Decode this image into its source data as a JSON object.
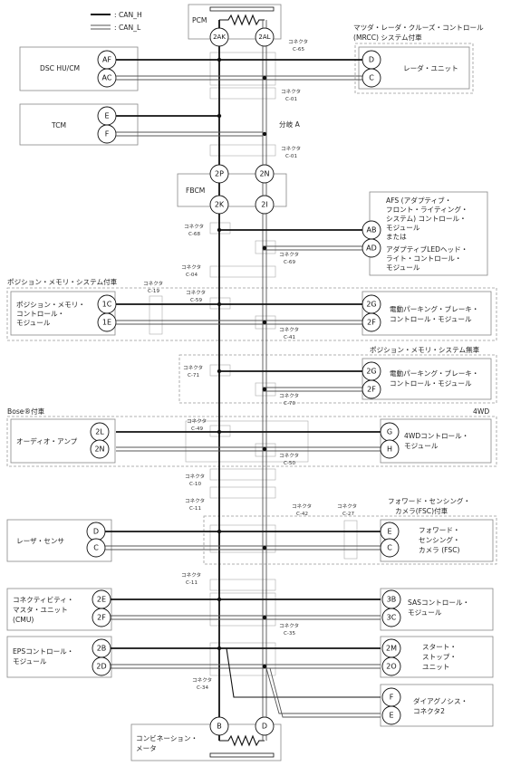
{
  "legend": {
    "can_h": ": CAN_H",
    "can_l": ": CAN_L"
  },
  "modules": {
    "pcm": "PCM",
    "dsc": "DSC HU/CM",
    "tcm": "TCM",
    "fbcm": "FBCM",
    "radar_unit": "レーダ・ユニット",
    "afs": [
      "AFS (アダプティブ・",
      "フロント・ライティング・",
      "システム) コントロール・",
      "モジュール",
      "または",
      "アダプティブLEDヘッド・",
      "ライト・コントロール・",
      "モジュール"
    ],
    "pm_module": [
      "ポジション・メモリ・",
      "コントロール・",
      "モジュール"
    ],
    "epb": [
      "電動パーキング・ブレーキ・",
      "コントロール・モジュール"
    ],
    "epb2": [
      "電動パーキング・ブレーキ・",
      "コントロール・モジュール"
    ],
    "audio": "オーディオ・アンプ",
    "awd": [
      "4WDコントロール・",
      "モジュール"
    ],
    "laser": "レーザ・センサ",
    "fsc": [
      "フォワード・",
      "センシング・",
      "カメラ (FSC)"
    ],
    "cmu": [
      "コネクティビティ・",
      "マスタ・ユニット",
      "(CMU)"
    ],
    "sas": [
      "SASコントロール・",
      "モジュール"
    ],
    "eps": [
      "EPSコントロール・",
      "モジュール"
    ],
    "ss": [
      "スタート・",
      "ストップ・",
      "ユニット"
    ],
    "dlc": [
      "ダイアグノシス・",
      "コネクタ2"
    ],
    "meter": [
      "コンビネーション・",
      "メータ"
    ]
  },
  "groups": {
    "mrcc": [
      "マツダ・レーダ・クルーズ・コントロール",
      "(MRCC) システム付車"
    ],
    "pm_with": "ポジション・メモリ・システム付車",
    "pm_without": "ポジション・メモリ・システム無車",
    "bose": "Bose®付車",
    "wd": "4WD",
    "fsc_with": [
      "フォワード・センシング・",
      "カメラ(FSC)付車"
    ]
  },
  "branch": "分岐 A",
  "connectors": {
    "word": "コネクタ",
    "c65": "C-65",
    "c01a": "C-01",
    "c01b": "C-01",
    "c68": "C-68",
    "c69": "C-69",
    "c04": "C-04",
    "c19": "C-19",
    "c59": "C-59",
    "c41": "C-41",
    "c71": "C-71",
    "c70": "C-70",
    "c49": "C-49",
    "c50": "C-50",
    "c10": "C-10",
    "c11a": "C-11",
    "c42": "C-42",
    "c27": "C-27",
    "c11b": "C-11",
    "c35": "C-35",
    "c34": "C-34"
  },
  "pins": {
    "pcm_h": "2AK",
    "pcm_l": "2AL",
    "dsc_h": "AF",
    "dsc_l": "AC",
    "radar_h": "D",
    "radar_l": "C",
    "tcm_h": "E",
    "tcm_l": "F",
    "fbcm_top_h": "2P",
    "fbcm_top_l": "2N",
    "fbcm_bot_h": "2K",
    "fbcm_bot_l": "2I",
    "afs_h": "AB",
    "afs_l": "AD",
    "pm_h": "1C",
    "pm_l": "1E",
    "epb_h": "2G",
    "epb_l": "2F",
    "epb2_h": "2G",
    "epb2_l": "2F",
    "audio_h": "2L",
    "audio_l": "2N",
    "awd_h": "G",
    "awd_l": "H",
    "laser_h": "D",
    "laser_l": "C",
    "fsc_h": "E",
    "fsc_l": "C",
    "cmu_h": "2E",
    "cmu_l": "2F",
    "sas_h": "3B",
    "sas_l": "3C",
    "eps_h": "2B",
    "eps_l": "2D",
    "ss_h": "2M",
    "ss_l": "2O",
    "dlc_h": "F",
    "dlc_l": "E",
    "meter_h": "B",
    "meter_l": "D"
  }
}
